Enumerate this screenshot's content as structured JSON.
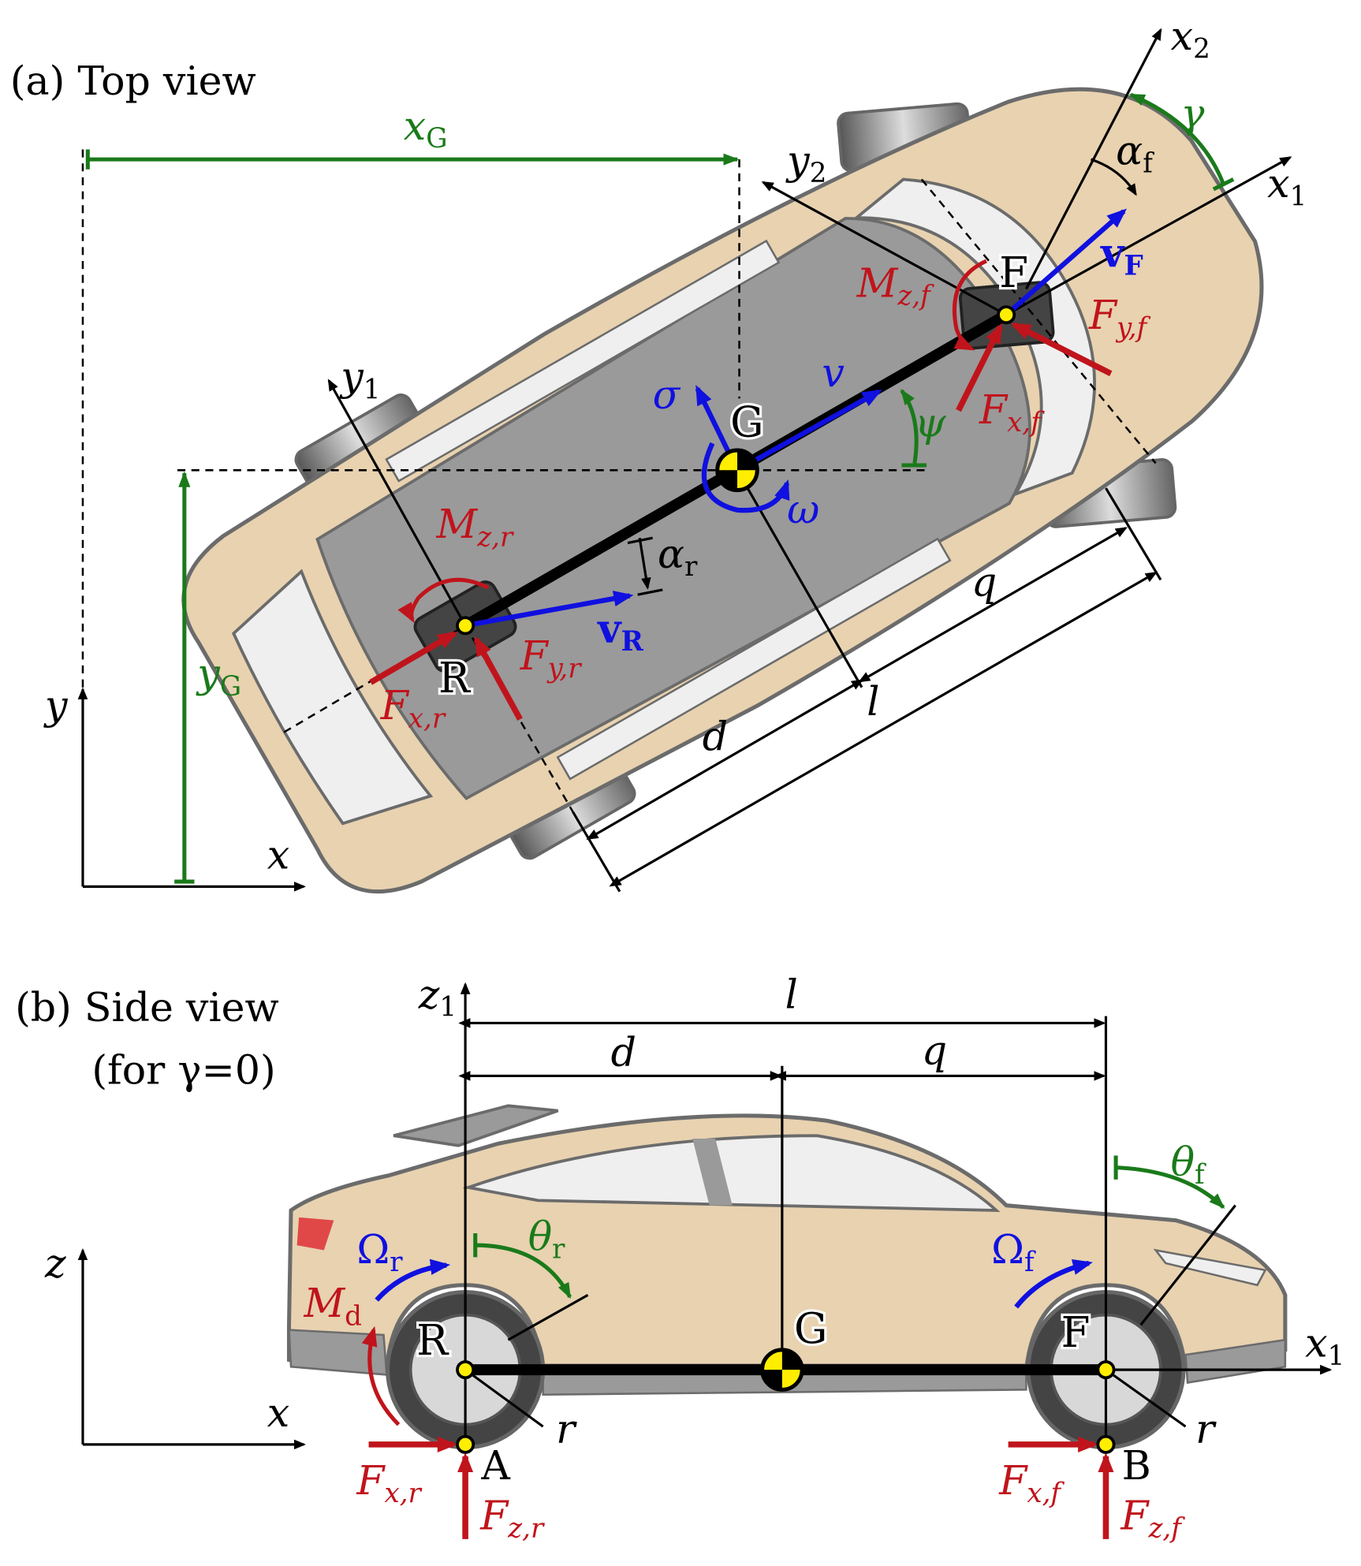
{
  "colors": {
    "body": "#e8d2b0",
    "outline": "#6b6b6b",
    "cabin": "#9a9a9a",
    "glass": "#efefef",
    "red": "#c0141c",
    "blue": "#1010e0",
    "green": "#1a7a1a"
  },
  "top_view": {
    "title": "(a) Top view",
    "labels": {
      "xG": {
        "t": "x",
        "s": "G"
      },
      "yG": {
        "t": "y",
        "s": "G"
      },
      "y": {
        "t": "y"
      },
      "x": {
        "t": "x"
      },
      "y1": {
        "t": "y",
        "s": "1"
      },
      "x1": {
        "t": "x",
        "s": "1"
      },
      "x2": {
        "t": "x",
        "s": "2"
      },
      "y2": {
        "t": "y",
        "s": "2"
      },
      "gamma": {
        "t": "γ"
      },
      "alpha_f": {
        "t": "α",
        "s": "f"
      },
      "F": {
        "t": "F"
      },
      "vF": {
        "t": "v",
        "s": "F"
      },
      "Mzf": {
        "t": "M",
        "s": "z,f"
      },
      "Fyf": {
        "t": "F",
        "s": "y,f"
      },
      "Fxf": {
        "t": "F",
        "s": "x,f"
      },
      "v": {
        "t": "v"
      },
      "sigma": {
        "t": "σ"
      },
      "G": {
        "t": "G"
      },
      "psi": {
        "t": "ψ"
      },
      "omega": {
        "t": "ω"
      },
      "Mzr": {
        "t": "M",
        "s": "z,r"
      },
      "alpha_r": {
        "t": "α",
        "s": "r"
      },
      "vR": {
        "t": "v",
        "s": "R"
      },
      "R": {
        "t": "R"
      },
      "Fyr": {
        "t": "F",
        "s": "y,r"
      },
      "Fxr": {
        "t": "F",
        "s": "x,r"
      },
      "q": {
        "t": "q"
      },
      "l": {
        "t": "l"
      },
      "d": {
        "t": "d"
      }
    }
  },
  "side_view": {
    "title": "(b) Side view",
    "subtitle": "(for γ=0)",
    "labels": {
      "z1": {
        "t": "z",
        "s": "1"
      },
      "l": {
        "t": "l"
      },
      "d": {
        "t": "d"
      },
      "q": {
        "t": "q"
      },
      "theta_f": {
        "t": "θ",
        "s": "f"
      },
      "theta_r": {
        "t": "θ",
        "s": "r"
      },
      "Omega_r": {
        "t": "Ω",
        "s": "r"
      },
      "Omega_f": {
        "t": "Ω",
        "s": "f"
      },
      "Md": {
        "t": "M",
        "s": "d"
      },
      "R": {
        "t": "R"
      },
      "G": {
        "t": "G"
      },
      "F": {
        "t": "F"
      },
      "x1": {
        "t": "x",
        "s": "1"
      },
      "z": {
        "t": "z"
      },
      "x": {
        "t": "x"
      },
      "r_rear": {
        "t": "r"
      },
      "r_front": {
        "t": "r"
      },
      "A": {
        "t": "A"
      },
      "B": {
        "t": "B"
      },
      "Fxr": {
        "t": "F",
        "s": "x,r"
      },
      "Fzr": {
        "t": "F",
        "s": "z,r"
      },
      "Fxf": {
        "t": "F",
        "s": "x,f"
      },
      "Fzf": {
        "t": "F",
        "s": "z,f"
      }
    }
  }
}
